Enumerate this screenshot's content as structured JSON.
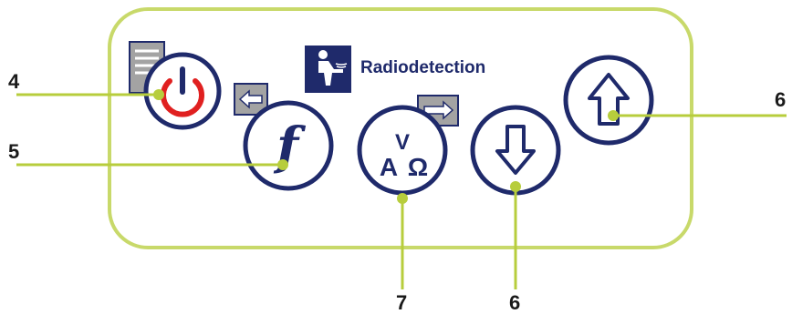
{
  "brand": {
    "name": "Radiodetection"
  },
  "buttons": {
    "power": {
      "icon": "power-icon"
    },
    "frequency": {
      "icon": "function-f-icon",
      "symbol": "f"
    },
    "measure": {
      "icon": "volt-amp-ohm-icon",
      "top": "V",
      "bottom_left": "A",
      "bottom_right": "Ω"
    },
    "down": {
      "icon": "arrow-down-icon"
    },
    "up": {
      "icon": "arrow-up-icon"
    }
  },
  "callouts": {
    "power": "4",
    "frequency": "5",
    "up": "6",
    "down": "6",
    "measure": "7"
  },
  "colors": {
    "panel_outline": "#c8d96a",
    "leader": "#b7cd3c",
    "button_ring": "#1f2a6b",
    "power_symbol": "#e02020",
    "secondary_icon_fill": "#a3a3a3"
  }
}
